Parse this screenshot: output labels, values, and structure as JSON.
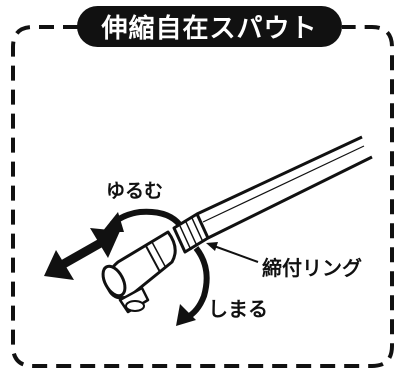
{
  "title": "伸縮自在スパウト",
  "labels": {
    "loosen": "ゆるむ",
    "ring": "締付リング",
    "tighten": "しまる"
  },
  "colors": {
    "ink": "#111111",
    "paper": "#ffffff"
  }
}
